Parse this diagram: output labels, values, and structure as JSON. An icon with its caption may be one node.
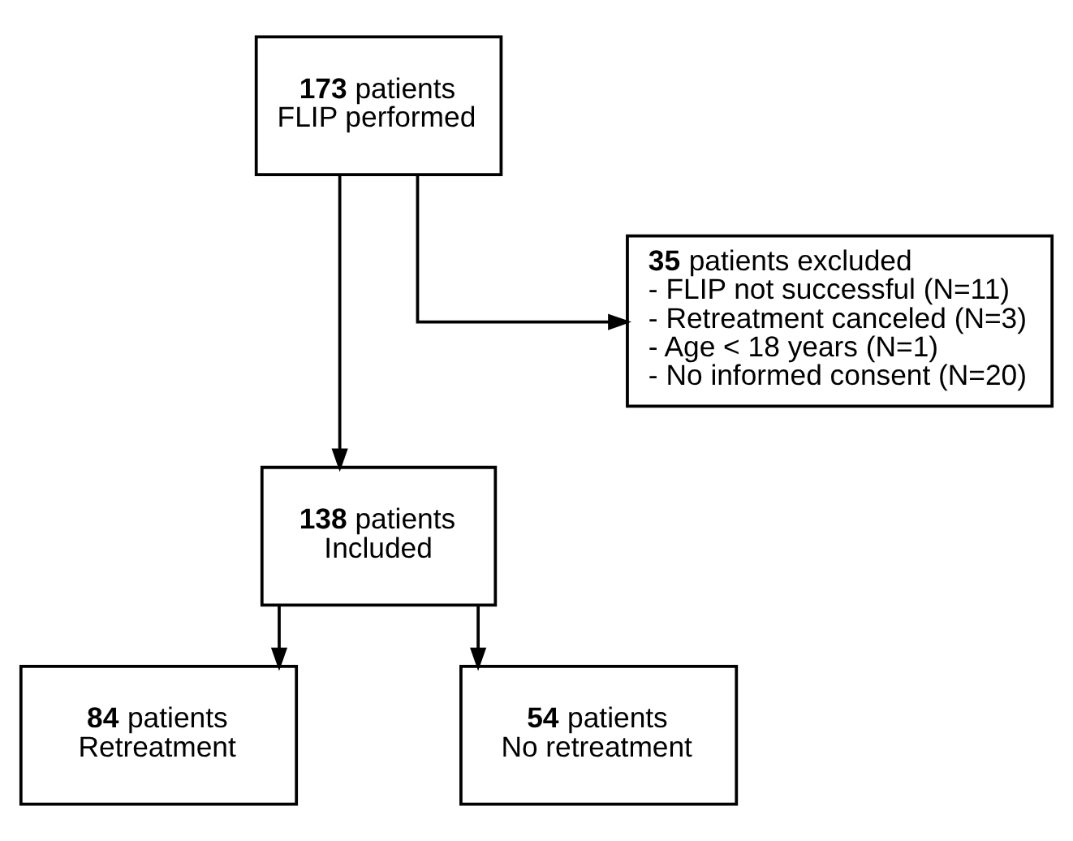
{
  "diagram": {
    "nodes": [
      {
        "text": [
          "**173** patients",
          "FLIP performed"
        ]
      },
      {
        "text": [
          "**35** patients excluded",
          "- FLIP not successful (N=11)",
          "- Retreatment canceled (N=3)",
          "- Age < 18 years (N=1)",
          "- No informed consent (N=20)"
        ]
      },
      {
        "text": [
          "**138** patients",
          "Included"
        ]
      },
      {
        "text": [
          "**84** patients",
          "Retreatment"
        ]
      },
      {
        "text": [
          "**54** patients",
          "No retreatment"
        ]
      }
    ],
    "edges": [
      {
        "from": 0,
        "to": 2,
        "arrow": "to"
      },
      {
        "from": 0,
        "to": 1,
        "arrow": "to"
      },
      {
        "from": 2,
        "to": 3,
        "arrow": "to"
      },
      {
        "from": 2,
        "to": 4,
        "arrow": "to"
      }
    ]
  }
}
